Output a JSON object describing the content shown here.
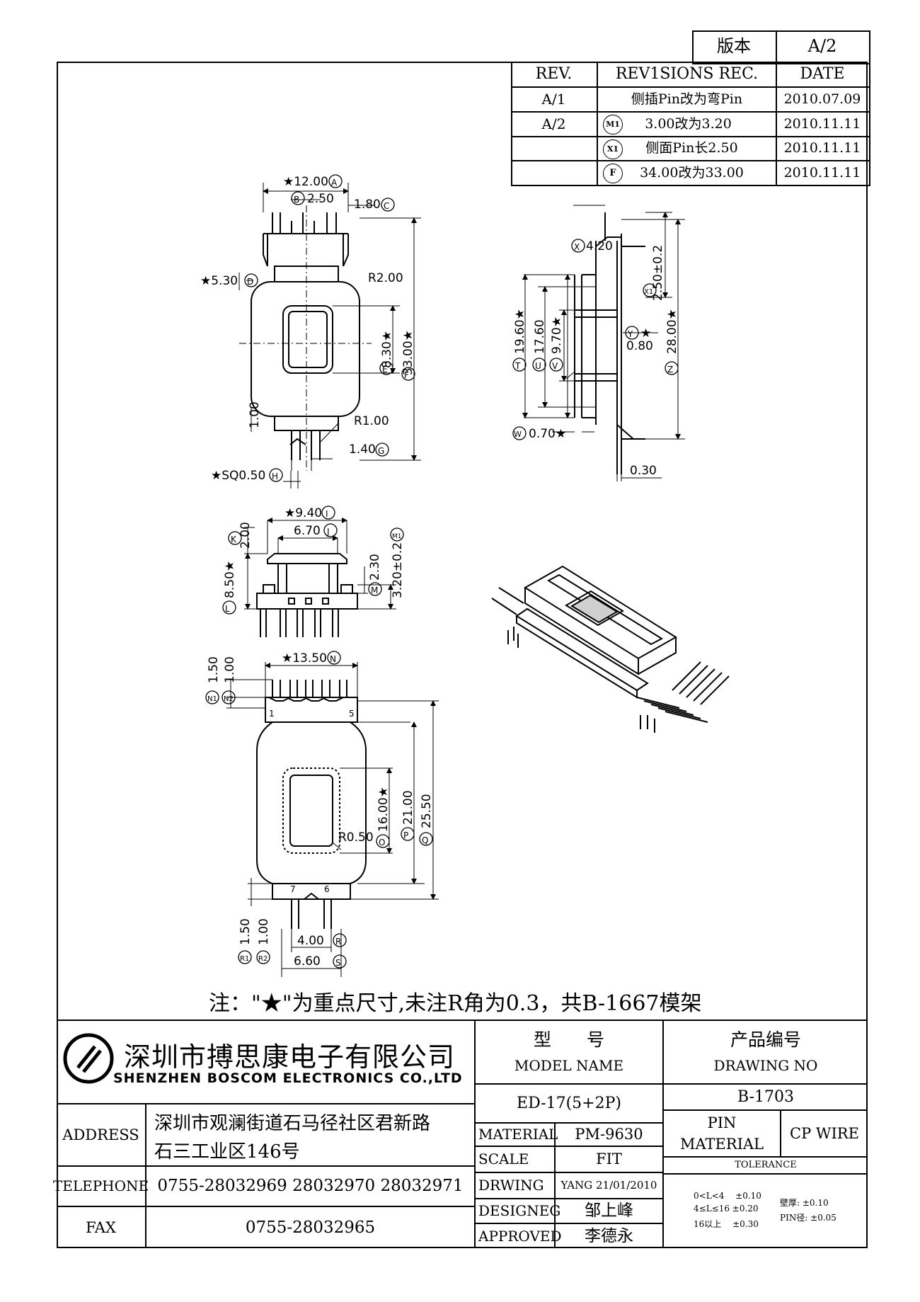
{
  "version_box": {
    "label": "版本",
    "value": "A/2"
  },
  "revisions": {
    "headers": [
      "REV.",
      "REV1SIONS REC.",
      "DATE"
    ],
    "rows": [
      {
        "rev": "A/1",
        "marker": "",
        "desc": "侧插Pin改为弯Pin",
        "date": "2010.07.09"
      },
      {
        "rev": "A/2",
        "marker": "M1",
        "desc": "3.00改为3.20",
        "date": "2010.11.11"
      },
      {
        "rev": "",
        "marker": "X1",
        "desc": "侧面Pin长2.50",
        "date": "2010.11.11"
      },
      {
        "rev": "",
        "marker": "F",
        "desc": "34.00改为33.00",
        "date": "2010.11.11"
      }
    ]
  },
  "drawing": {
    "top_view": {
      "a": "★12.00",
      "a_m": "A",
      "b": "2.50",
      "b_m": "B",
      "c": "1.80",
      "c_m": "C",
      "d": "★5.30",
      "d_m": "D",
      "r1": "R2.00",
      "e": "8.30★",
      "e_m": "E",
      "f": "33.00★",
      "f_m": "F",
      "g_side": "1.00",
      "r2": "R1.00",
      "g": "1.40",
      "g_m": "G",
      "h": "★SQ0.50",
      "h_m": "H"
    },
    "side_view": {
      "x": "4.20",
      "x_m": "X",
      "x1": "2.50±0.2",
      "x1_m": "X1",
      "t": "19.60★",
      "t_m": "T",
      "u": "17.60",
      "u_m": "U",
      "v": "9.70★",
      "v_m": "V",
      "y": "★",
      "y_m": "Y",
      "y2": "0.80",
      "z": "28.00★",
      "z_m": "Z",
      "w": "0.70★",
      "w_m": "W",
      "pin": "0.30"
    },
    "front_view": {
      "k": "2.00",
      "k_m": "K",
      "i": "★9.40",
      "i_m": "I",
      "j": "6.70",
      "j_m": "J",
      "l": "8.50★",
      "l_m": "L",
      "m": "2.30",
      "m_m": "M",
      "m1": "3.20±0.2",
      "m1_m": "M1"
    },
    "bottom_view": {
      "n": "★13.50",
      "n_m": "N",
      "n1": "1.50",
      "n1_m": "N1",
      "n2": "1.00",
      "n2_m": "N2",
      "pin1": "1",
      "pin5": "5",
      "pin7": "7",
      "pin6": "6",
      "o": "16.00★",
      "o_m": "O",
      "p": "21.00",
      "p_m": "P",
      "q": "25.50",
      "q_m": "Q",
      "r0": "R0.50",
      "r1v": "1.50",
      "r1_m": "R1",
      "r2v": "1.00",
      "r2_m": "R2",
      "r": "4.00",
      "r_m": "R",
      "s": "6.60",
      "s_m": "S"
    }
  },
  "note": "注：\"★\"为重点尺寸,未注R角为0.3，共B-1667模架",
  "company": {
    "name_cn": "深圳市搏思康电子有限公司",
    "name_en": "SHENZHEN BOSCOM ELECTRONICS CO.,LTD",
    "address_label": "ADDRESS",
    "address_line1": "深圳市观澜街道石马径社区君新路",
    "address_line2": "石三工业区146号",
    "telephone_label": "TELEPHONE",
    "telephone": "0755-28032969 28032970 28032971",
    "fax_label": "FAX",
    "fax": "0755-28032965"
  },
  "title_block": {
    "model_cn": "型　　号",
    "model_en": "MODEL NAME",
    "model_value": "ED-17(5+2P)",
    "drawing_cn": "产品编号",
    "drawing_en": "DRAWING NO",
    "drawing_value": "B-1703",
    "material_label": "MATERIAL",
    "material_value": "PM-9630",
    "pin_material_label1": "PIN",
    "pin_material_label2": "MATERIAL",
    "pin_material_value": "CP WIRE",
    "scale_label": "SCALE",
    "scale_value": "FIT",
    "drwing_label": "DRWING",
    "drwing_value": "YANG 21/01/2010",
    "designeg_label": "DESIGNEG",
    "designeg_value": "邹上峰",
    "approved_label": "APPROVED",
    "approved_value": "李德永",
    "tolerance_label": "TOLERANCE",
    "tol1": "0<L<4　 ±0.10",
    "tol2": "4≤L≤16 ±0.20",
    "tol3": "16以上　 ±0.30",
    "tol4": "壁厚: ±0.10",
    "tol5": "PIN径: ±0.05"
  }
}
